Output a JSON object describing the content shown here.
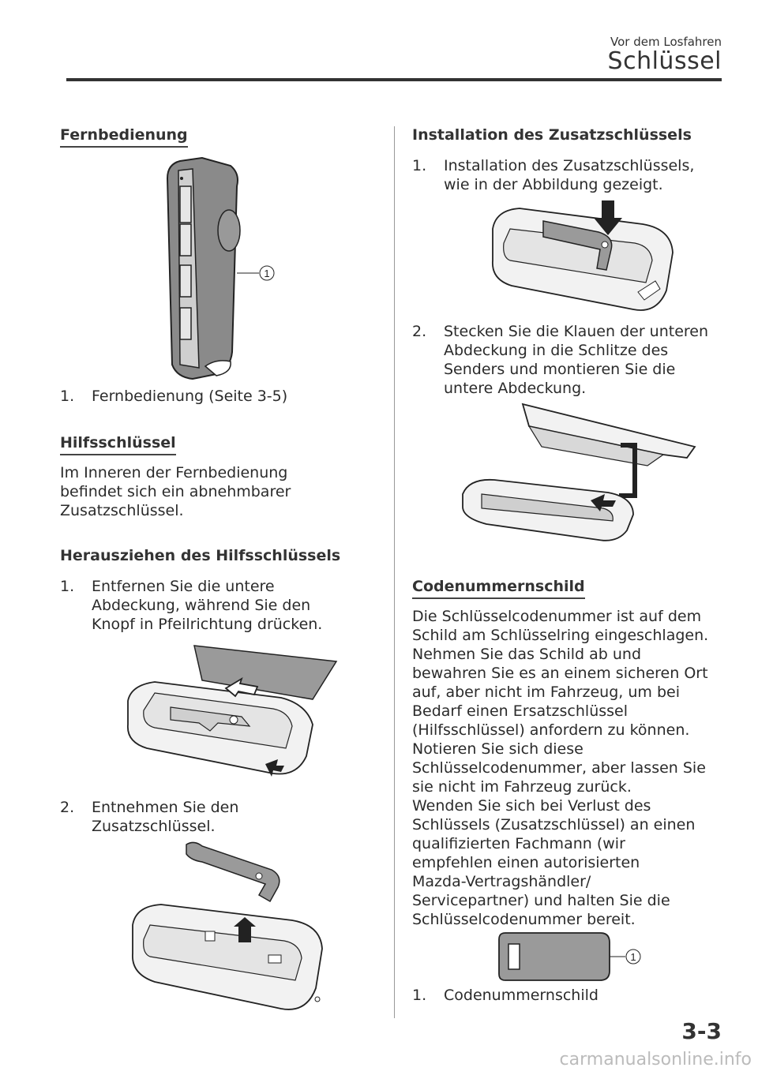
{
  "header": {
    "section": "Vor dem Losfahren",
    "chapter": "Schlüssel"
  },
  "left": {
    "remote": {
      "title": "Fernbedienung",
      "callout": "1",
      "caption_num": "1.",
      "caption": "Fernbedienung (Seite 3-5)"
    },
    "aux": {
      "title": "Hilfsschlüssel",
      "lines": [
        "Im Inneren der Fernbedienung",
        "befindet sich ein abnehmbarer",
        "Zusatzschlüssel."
      ]
    },
    "extract": {
      "title": "Herausziehen des Hilfsschlüssels",
      "step1_num": "1.",
      "step1": [
        "Entfernen Sie die untere",
        "Abdeckung, während Sie den",
        "Knopf in Pfeilrichtung drücken."
      ],
      "step2_num": "2.",
      "step2": [
        "Entnehmen Sie den",
        "Zusatzschlüssel."
      ]
    }
  },
  "right": {
    "install": {
      "title": "Installation des Zusatzschlüssels",
      "step1_num": "1.",
      "step1": [
        "Installation des Zusatzschlüssels,",
        "wie in der Abbildung gezeigt."
      ],
      "step2_num": "2.",
      "step2": [
        "Stecken Sie die Klauen der unteren",
        "Abdeckung in die Schlitze des",
        "Senders und montieren Sie die",
        "untere Abdeckung."
      ]
    },
    "code": {
      "title": "Codenummernschild",
      "lines": [
        "Die Schlüsselcodenummer ist auf dem",
        "Schild am Schlüsselring eingeschlagen.",
        "Nehmen Sie das Schild ab und",
        "bewahren Sie es an einem sicheren Ort",
        "auf, aber nicht im Fahrzeug, um bei",
        "Bedarf einen Ersatzschlüssel",
        "(Hilfsschlüssel) anfordern zu können.",
        "Notieren Sie sich diese",
        "Schlüsselcodenummer, aber lassen Sie",
        "sie nicht im Fahrzeug zurück.",
        "Wenden Sie sich bei Verlust des",
        "Schlüssels (Zusatzschlüssel) an einen",
        "qualifizierten Fachmann (wir",
        "empfehlen einen autorisierten",
        "Mazda-Vertragshändler/",
        "Servicepartner) und halten Sie die",
        "Schlüsselcodenummer bereit."
      ],
      "callout": "1",
      "caption_num": "1.",
      "caption": "Codenummernschild"
    }
  },
  "footer": {
    "page": "3-3",
    "watermark": "carmanualsonline.info"
  }
}
